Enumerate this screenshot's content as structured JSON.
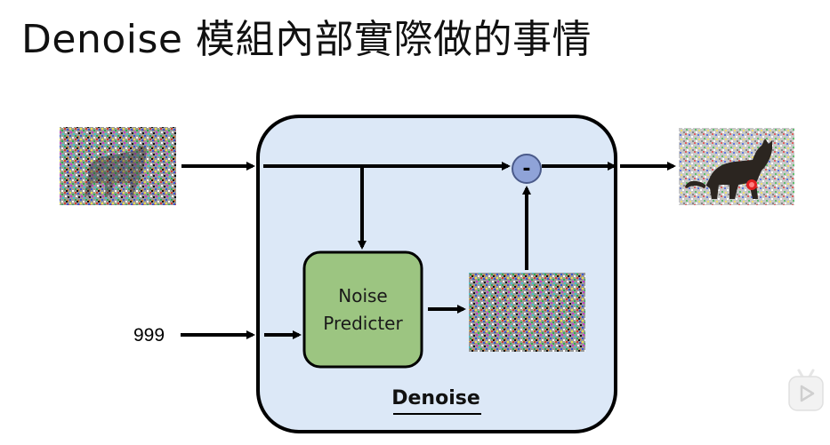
{
  "slide": {
    "title": "Denoise 模組內部實際做的事情"
  },
  "diagram": {
    "step_input": "999",
    "noise_predicter_label_line1": "Noise",
    "noise_predicter_label_line2": "Predicter",
    "module_label": "Denoise",
    "subtract_symbol": "-"
  },
  "images": {
    "input_image": "noisy-cat-image",
    "predicted_noise": "noise-image",
    "output_image": "less-noisy-cat-image"
  },
  "colors": {
    "module_fill": "#dce8f7",
    "predicter_fill": "#9cc581",
    "predicter_border": "#000000",
    "subtract_fill": "#8fa3d8"
  },
  "overlay": {
    "player_icon": "play-icon"
  }
}
